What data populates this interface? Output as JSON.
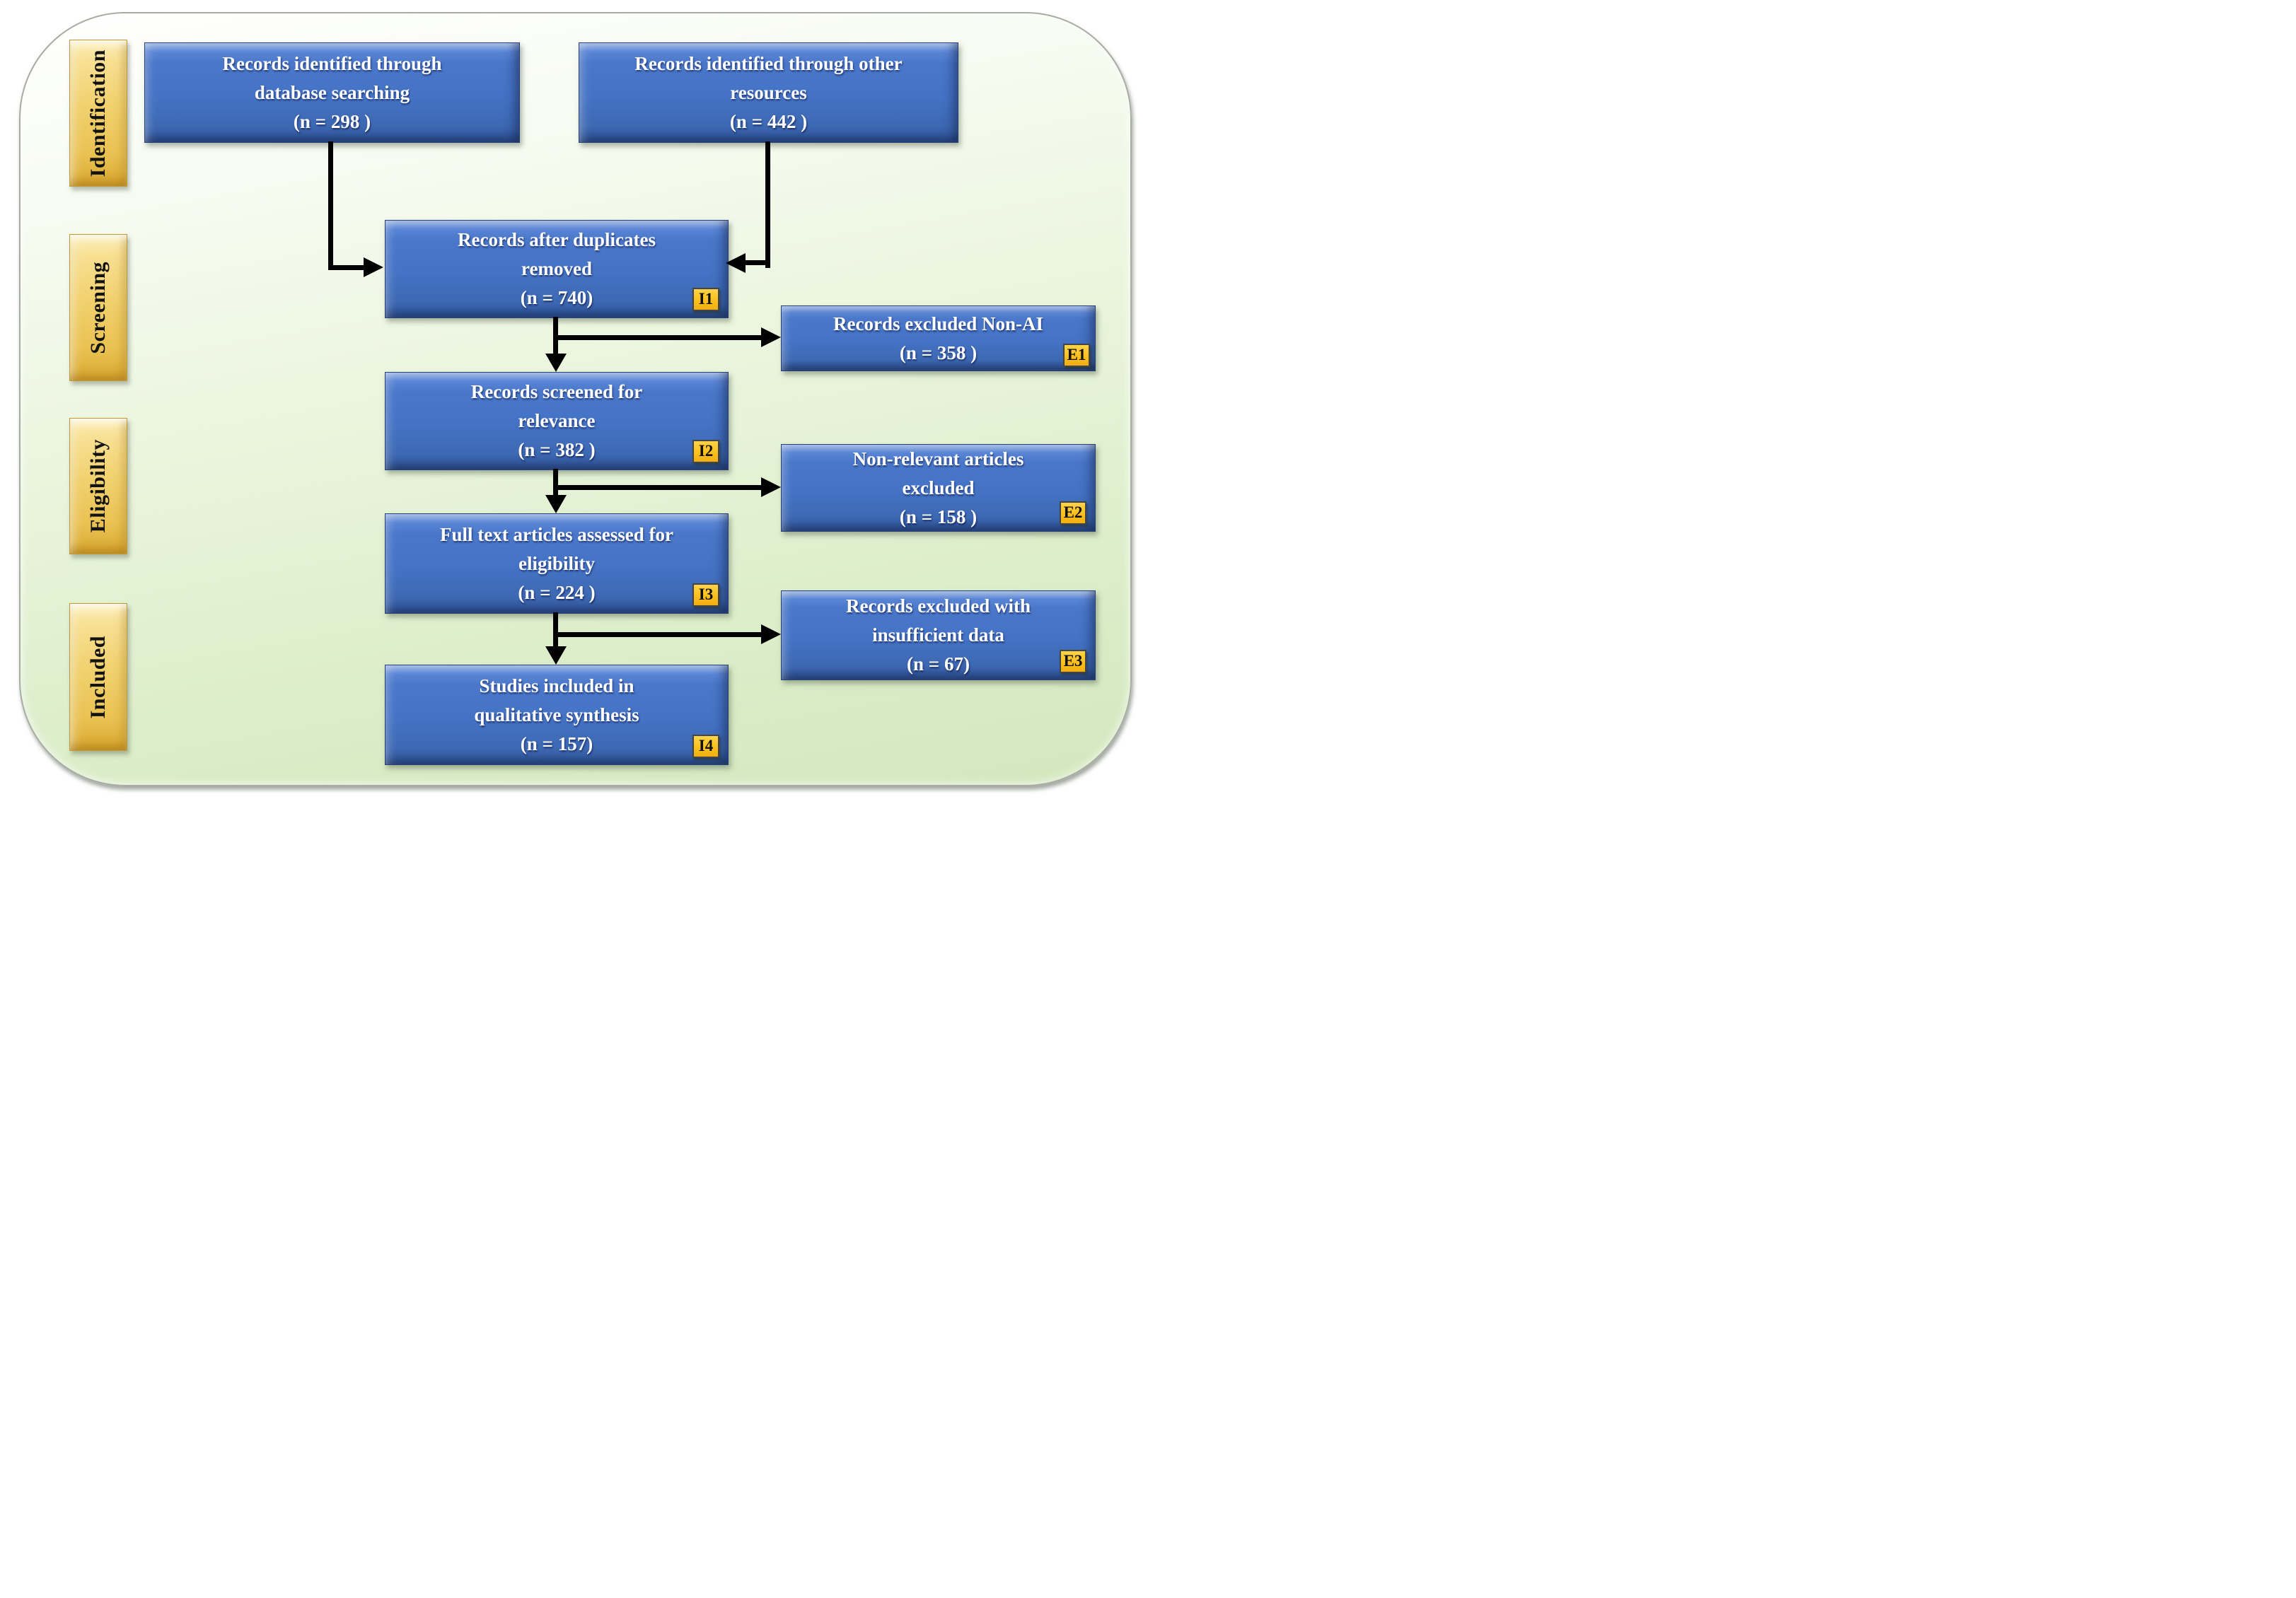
{
  "figure": {
    "title": "PRISMA flow diagram",
    "colors": {
      "box_blue": "#4472c4",
      "box_blue_shadow": "#2d5093",
      "stage_gold": "#f1d16e",
      "badge_orange": "#fdc01d",
      "background_green": "#d3e7bd",
      "arrow_black": "#000000",
      "text_white": "#ffffff",
      "text_black": "#121212"
    }
  },
  "stages": [
    {
      "label": "Identification"
    },
    {
      "label": "Screening"
    },
    {
      "label": "Eligibility"
    },
    {
      "label": "Included"
    }
  ],
  "boxes": {
    "db": {
      "lines": [
        "Records identified through",
        "database searching",
        "(n = 298 )"
      ]
    },
    "other": {
      "lines": [
        "Records identified through other",
        "resources",
        "(n = 442 )"
      ]
    },
    "dup": {
      "lines": [
        "Records after duplicates",
        "removed",
        "(n = 740)"
      ],
      "badge": "I1"
    },
    "screen": {
      "lines": [
        "Records screened for",
        "relevance",
        "(n = 382 )"
      ],
      "badge": "I2"
    },
    "fulltext": {
      "lines": [
        "Full text articles assessed for",
        "eligibility",
        "(n = 224 )"
      ],
      "badge": "I3"
    },
    "studies": {
      "lines": [
        "Studies included in",
        "qualitative synthesis",
        "(n = 157)"
      ],
      "badge": "I4"
    },
    "e1": {
      "lines": [
        "Records excluded Non-AI",
        "(n = 358 )"
      ],
      "badge": "E1"
    },
    "e2": {
      "lines": [
        "Non-relevant articles",
        "excluded",
        "(n = 158 )"
      ],
      "badge": "E2"
    },
    "e3": {
      "lines": [
        "Records excluded with",
        "insufficient data",
        "(n = 67)"
      ],
      "badge": "E3"
    }
  }
}
